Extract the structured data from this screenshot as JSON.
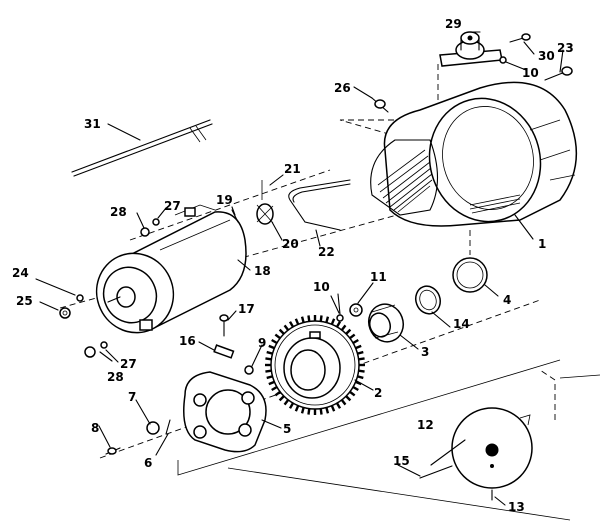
{
  "labels": {
    "l1": "1",
    "l2": "2",
    "l3": "3",
    "l4": "4",
    "l5": "5",
    "l6": "6",
    "l7": "7",
    "l8": "8",
    "l9": "9",
    "l10a": "10",
    "l10b": "10",
    "l11": "11",
    "l12": "12",
    "l13": "13",
    "l14": "14",
    "l15": "15",
    "l16": "16",
    "l17": "17",
    "l18": "18",
    "l19": "19",
    "l20": "20",
    "l21": "21",
    "l22": "22",
    "l23": "23",
    "l24": "24",
    "l25": "25",
    "l26": "26",
    "l27a": "27",
    "l27b": "27",
    "l28a": "28",
    "l28b": "28",
    "l29": "29",
    "l30": "30",
    "l31": "31"
  }
}
